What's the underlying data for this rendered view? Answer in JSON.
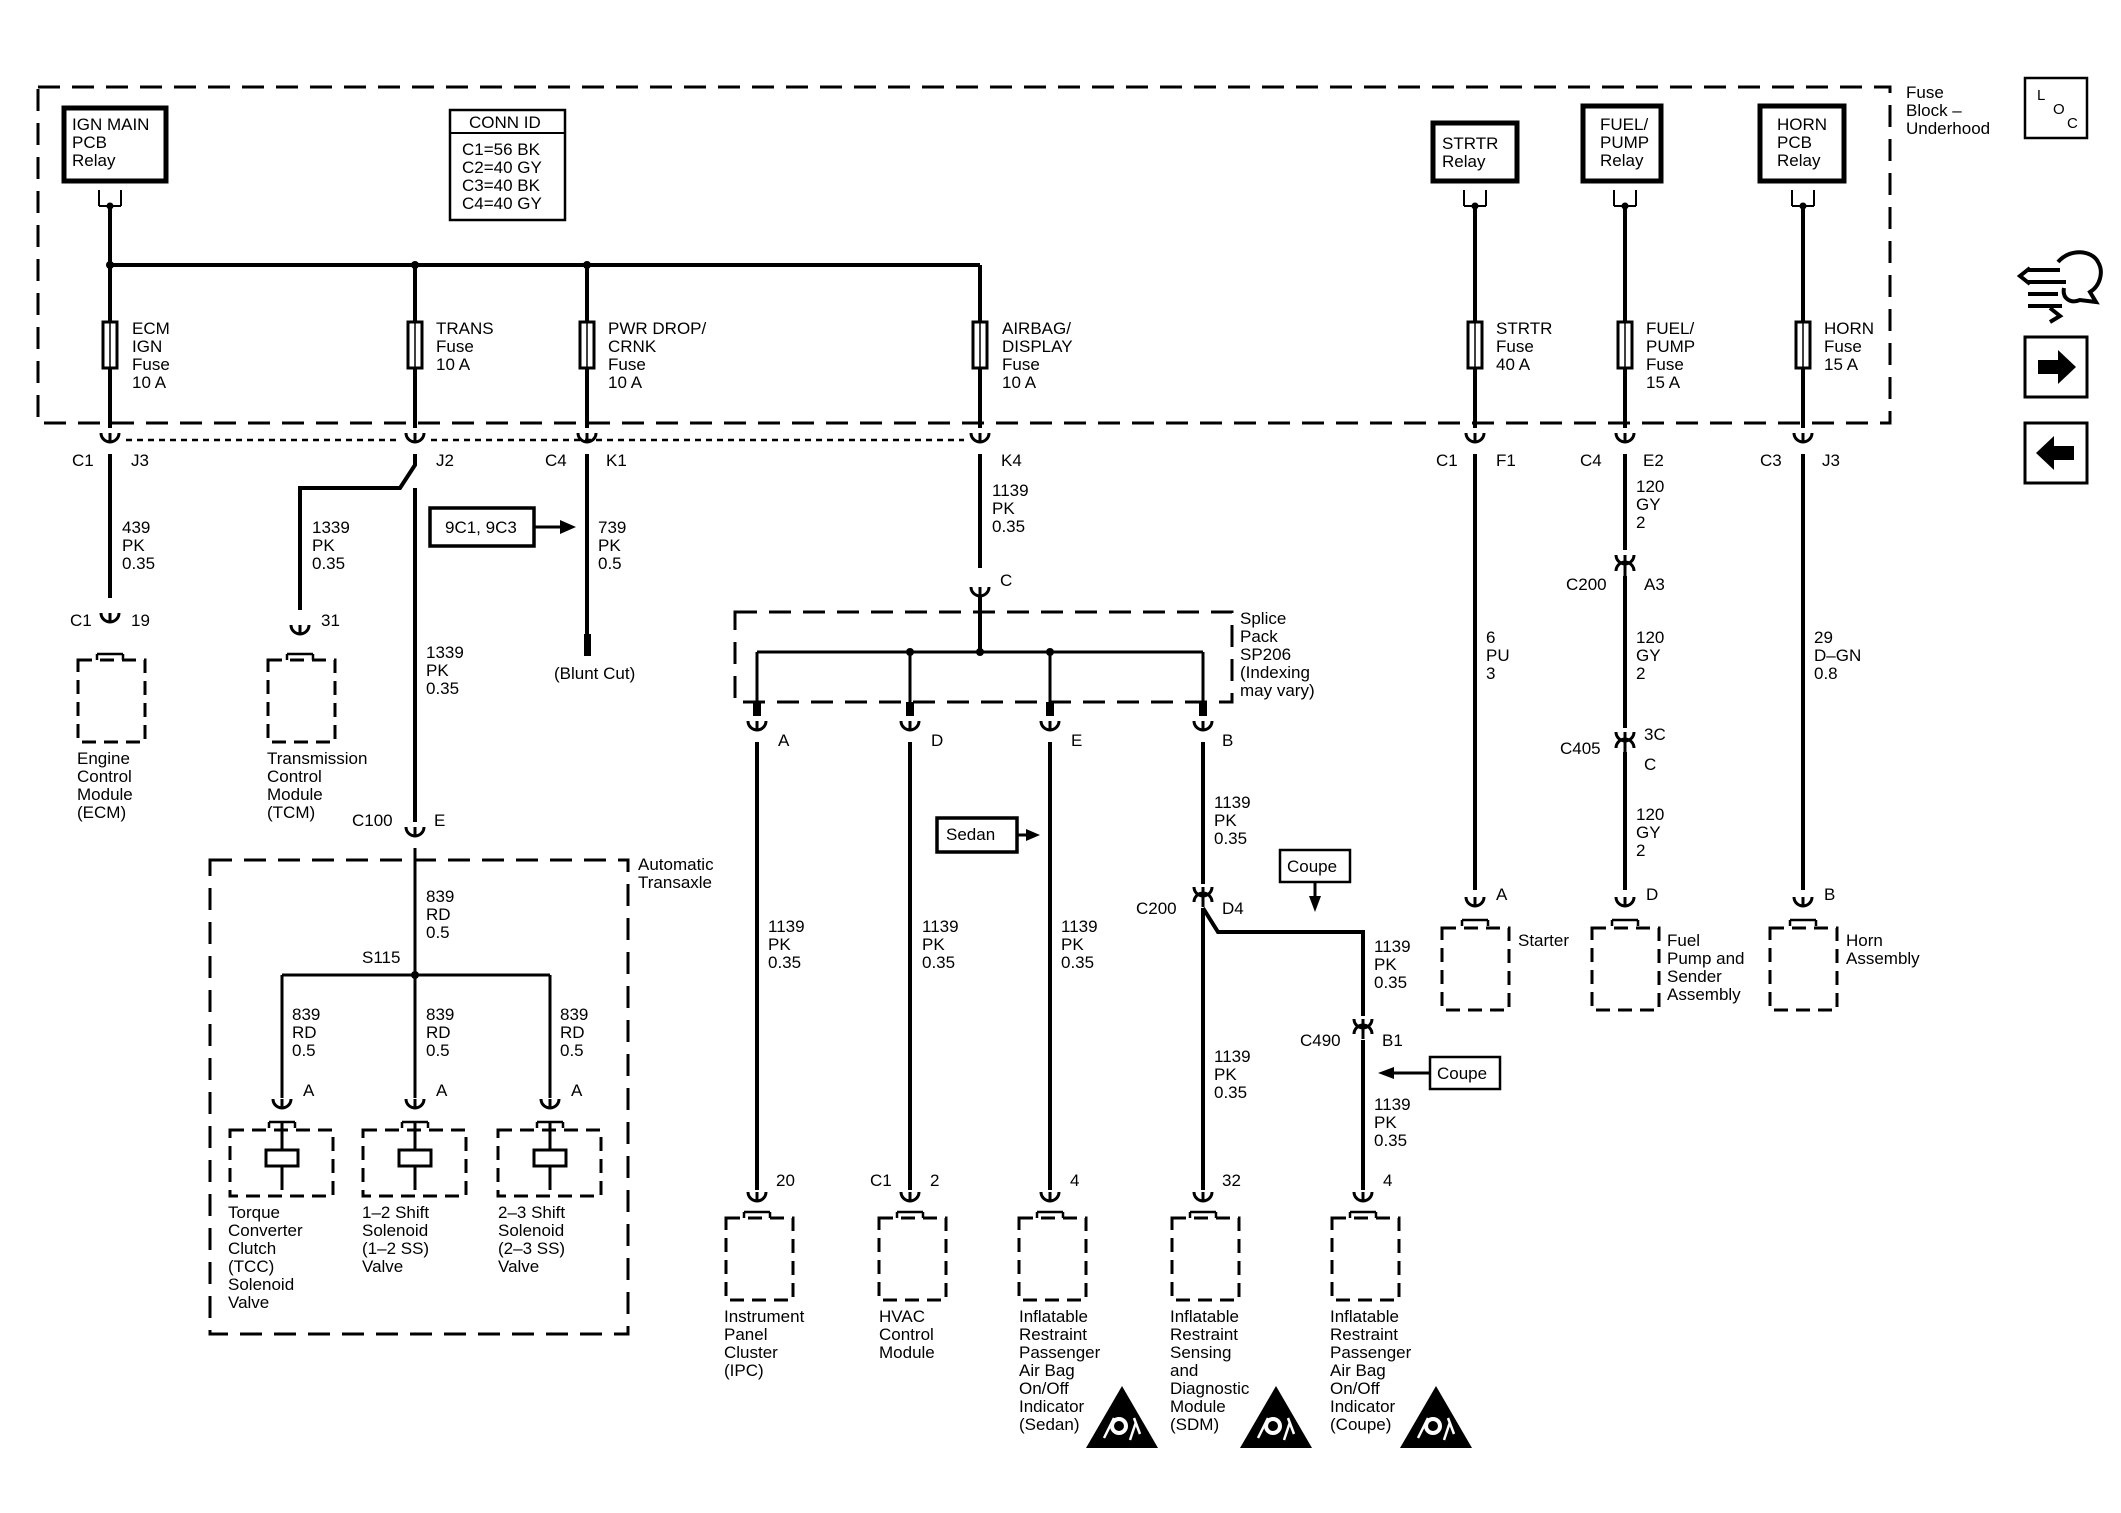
{
  "fuse_block": {
    "title": [
      "Fuse",
      "Block –",
      "Underhood"
    ]
  },
  "conn_id": {
    "title": "CONN ID",
    "lines": [
      "C1=56 BK",
      "C2=40 GY",
      "C3=40 BK",
      "C4=40 GY"
    ]
  },
  "relays": [
    {
      "lines": [
        "IGN MAIN",
        "PCB",
        "Relay"
      ]
    },
    {
      "lines": [
        "STRTR",
        "Relay"
      ]
    },
    {
      "lines": [
        "FUEL/",
        "PUMP",
        "Relay"
      ]
    },
    {
      "lines": [
        "HORN",
        "PCB",
        "Relay"
      ]
    }
  ],
  "fuses": [
    {
      "lines": [
        "ECM",
        "IGN",
        "Fuse",
        "10 A"
      ]
    },
    {
      "lines": [
        "TRANS",
        "Fuse",
        "10 A"
      ]
    },
    {
      "lines": [
        "PWR DROP/",
        "CRNK",
        "Fuse",
        "10 A"
      ]
    },
    {
      "lines": [
        "AIRBAG/",
        "DISPLAY",
        "Fuse",
        "10 A"
      ]
    },
    {
      "lines": [
        "STRTR",
        "Fuse",
        "40 A"
      ]
    },
    {
      "lines": [
        "FUEL/",
        "PUMP",
        "Fuse",
        "15 A"
      ]
    },
    {
      "lines": [
        "HORN",
        "Fuse",
        "15 A"
      ]
    }
  ],
  "pins": {
    "ecm_c": "C1",
    "ecm_p": "J3",
    "trans_p": "J2",
    "pwr_c": "C4",
    "pwr_p": "K1",
    "air_p": "K4",
    "str_c": "C1",
    "str_p": "F1",
    "fuel_c": "C4",
    "fuel_p": "E2",
    "horn_c": "C3",
    "horn_p": "J3",
    "ecm_mod_c": "C1",
    "ecm_mod_p": "19",
    "tcm_p": "31",
    "c100": "C100",
    "c100_p": "E",
    "sp_c": "C",
    "sp_a": "A",
    "sp_d": "D",
    "sp_e": "E",
    "sp_b": "B",
    "c200_fuel": "C200",
    "c200_fuel_p": "A3",
    "c405": "C405",
    "c405_p1": "3C",
    "c405_p2": "C",
    "c200_air": "C200",
    "c200_air_p": "D4",
    "c490": "C490",
    "c490_p": "B1",
    "starter_p": "A",
    "fuel_mod_p": "D",
    "horn_mod_p": "B",
    "ipc_p": "20",
    "hvac_c": "C1",
    "hvac_p": "2",
    "sedan_p": "4",
    "sdm_p": "32",
    "coupe_p": "4",
    "tcc_p": "A",
    "ss12_p": "A",
    "ss23_p": "A",
    "s115": "S115"
  },
  "wires": {
    "w439": [
      "439",
      "PK",
      "0.35"
    ],
    "w1339a": [
      "1339",
      "PK",
      "0.35"
    ],
    "w1339b": [
      "1339",
      "PK",
      "0.35"
    ],
    "w739": [
      "739",
      "PK",
      "0.5"
    ],
    "w1139k4": [
      "1139",
      "PK",
      "0.35"
    ],
    "w6": [
      "6",
      "PU",
      "3"
    ],
    "w120a": [
      "120",
      "GY",
      "2"
    ],
    "w120b": [
      "120",
      "GY",
      "2"
    ],
    "w120c": [
      "120",
      "GY",
      "2"
    ],
    "w29": [
      "29",
      "D–GN",
      "0.8"
    ],
    "w839a": [
      "839",
      "RD",
      "0.5"
    ],
    "w839b": [
      "839",
      "RD",
      "0.5"
    ],
    "w839c": [
      "839",
      "RD",
      "0.5"
    ],
    "w839d": [
      "839",
      "RD",
      "0.5"
    ],
    "w1139a": [
      "1139",
      "PK",
      "0.35"
    ],
    "w1139d": [
      "1139",
      "PK",
      "0.35"
    ],
    "w1139e": [
      "1139",
      "PK",
      "0.35"
    ],
    "w1139b1": [
      "1139",
      "PK",
      "0.35"
    ],
    "w1139b2": [
      "1139",
      "PK",
      "0.35"
    ],
    "w1139c1": [
      "1139",
      "PK",
      "0.35"
    ],
    "w1139c2": [
      "1139",
      "PK",
      "0.35"
    ]
  },
  "refs": {
    "nine_c": "9C1, 9C3",
    "sedan": "Sedan",
    "coupe1": "Coupe",
    "coupe2": "Coupe"
  },
  "blunt": "(Blunt Cut)",
  "splice": {
    "lines": [
      "Splice",
      "Pack",
      "SP206",
      "(Indexing",
      "may vary)"
    ]
  },
  "trans": {
    "lines": [
      "Automatic",
      "Transaxle"
    ]
  },
  "modules": [
    {
      "lines": [
        "Engine",
        "Control",
        "Module",
        "(ECM)"
      ]
    },
    {
      "lines": [
        "Transmission",
        "Control",
        "Module",
        "(TCM)"
      ]
    },
    {
      "lines": [
        "Starter"
      ]
    },
    {
      "lines": [
        "Fuel",
        "Pump and",
        "Sender",
        "Assembly"
      ]
    },
    {
      "lines": [
        "Horn",
        "Assembly"
      ]
    },
    {
      "lines": [
        "Torque",
        "Converter",
        "Clutch",
        "(TCC)",
        "Solenoid",
        "Valve"
      ]
    },
    {
      "lines": [
        "1–2 Shift",
        "Solenoid",
        "(1–2 SS)",
        "Valve"
      ]
    },
    {
      "lines": [
        "2–3 Shift",
        "Solenoid",
        "(2–3 SS)",
        "Valve"
      ]
    },
    {
      "lines": [
        "Instrument",
        "Panel",
        "Cluster",
        "(IPC)"
      ]
    },
    {
      "lines": [
        "HVAC",
        "Control",
        "Module"
      ]
    },
    {
      "lines": [
        "Inflatable",
        "Restraint",
        "Passenger",
        "Air Bag",
        "On/Off",
        "Indicator",
        "(Sedan)"
      ]
    },
    {
      "lines": [
        "Inflatable",
        "Restraint",
        "Sensing",
        "and",
        "Diagnostic",
        "Module",
        "(SDM)"
      ]
    },
    {
      "lines": [
        "Inflatable",
        "Restraint",
        "Passenger",
        "Air Bag",
        "On/Off",
        "Indicator",
        "(Coupe)"
      ]
    }
  ],
  "loc": {
    "l": "L",
    "o": "O",
    "c": "C"
  }
}
